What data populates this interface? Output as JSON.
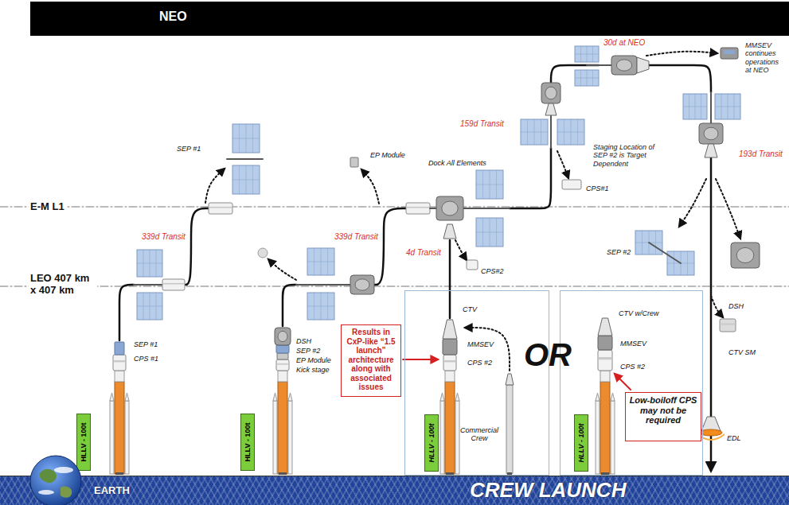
{
  "diagram": {
    "nodes": [
      {
        "text": [
          "NEO"
        ]
      },
      {
        "text": [
          "Results in CxP-like “1.5 launch” architecture along with associated issues"
        ]
      },
      {
        "text": [
          "CTV",
          "MMSEV",
          "CPS #2",
          "Commercial Crew"
        ]
      },
      {
        "text": [
          "CTV w/Crew",
          "MMSEV",
          "CPS #2"
        ]
      },
      {
        "text": [
          "Low-boiloff CPS may not be required"
        ],
        "in": 3
      },
      {
        "text": [
          "HLLV - 100t"
        ]
      },
      {
        "text": [
          "HLLV - 100t"
        ]
      },
      {
        "text": [
          "HLLV - 100t"
        ],
        "in": 2
      },
      {
        "text": [
          "HLLV - 100t"
        ],
        "in": 3
      },
      {
        "text": [
          "EARTH",
          "CREW LAUNCH"
        ]
      }
    ],
    "labels": [
      "E-M L1",
      "LEO 407 km x 407 km",
      "SEP #1",
      "CPS #1",
      "339d Transit",
      "SEP #1",
      "DSH",
      "SEP #2",
      "EP Module",
      "Kick stage",
      "EP Module",
      "339d Transit",
      "Dock All Elements",
      "4d Transit",
      "CPS#2",
      "OR",
      "159d Transit",
      "CPS#1",
      "Staging Location of SEP #2 is Target Dependent",
      "30d at NEO",
      "MMSEV continues operations at NEO",
      "193d Transit",
      "SEP #2",
      "DSH",
      "CTV SM",
      "EDL"
    ]
  }
}
